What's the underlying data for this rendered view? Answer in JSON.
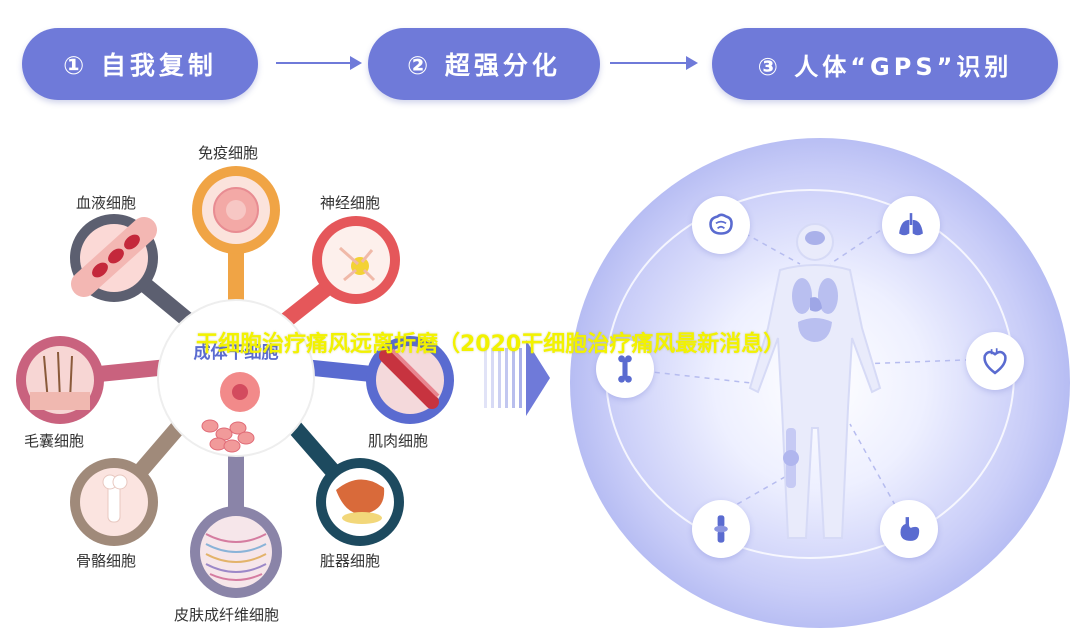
{
  "steps": [
    {
      "label": "① 自我复制"
    },
    {
      "label": "② 超强分化"
    },
    {
      "label": "③ 人体“GPS”识别"
    }
  ],
  "center": {
    "label": "成体干细胞"
  },
  "cells": [
    {
      "name": "immune",
      "label": "免疫细胞",
      "color": "#f0a445"
    },
    {
      "name": "nerve",
      "label": "神经细胞",
      "color": "#e5575a"
    },
    {
      "name": "muscle",
      "label": "肌肉细胞",
      "color": "#5a6bd0"
    },
    {
      "name": "organ",
      "label": "脏器细胞",
      "color": "#1d4a5f"
    },
    {
      "name": "skin",
      "label": "皮肤成纤维细胞",
      "color": "#8a84a8"
    },
    {
      "name": "bone",
      "label": "骨骼细胞",
      "color": "#a08a7a"
    },
    {
      "name": "hair",
      "label": "毛囊细胞",
      "color": "#c9627e"
    },
    {
      "name": "blood",
      "label": "血液细胞",
      "color": "#5c5f70"
    }
  ],
  "organs": [
    "brain-icon",
    "lungs-icon",
    "heart-icon",
    "stomach-icon",
    "knee-joint-icon",
    "bone-icon"
  ],
  "overlay": {
    "title": "干细胞治疗痛风远离折磨（2020干细胞治疗痛风最新消息）"
  },
  "colors": {
    "accent": "#6f7ad9",
    "overlay_text": "#f2f200"
  }
}
